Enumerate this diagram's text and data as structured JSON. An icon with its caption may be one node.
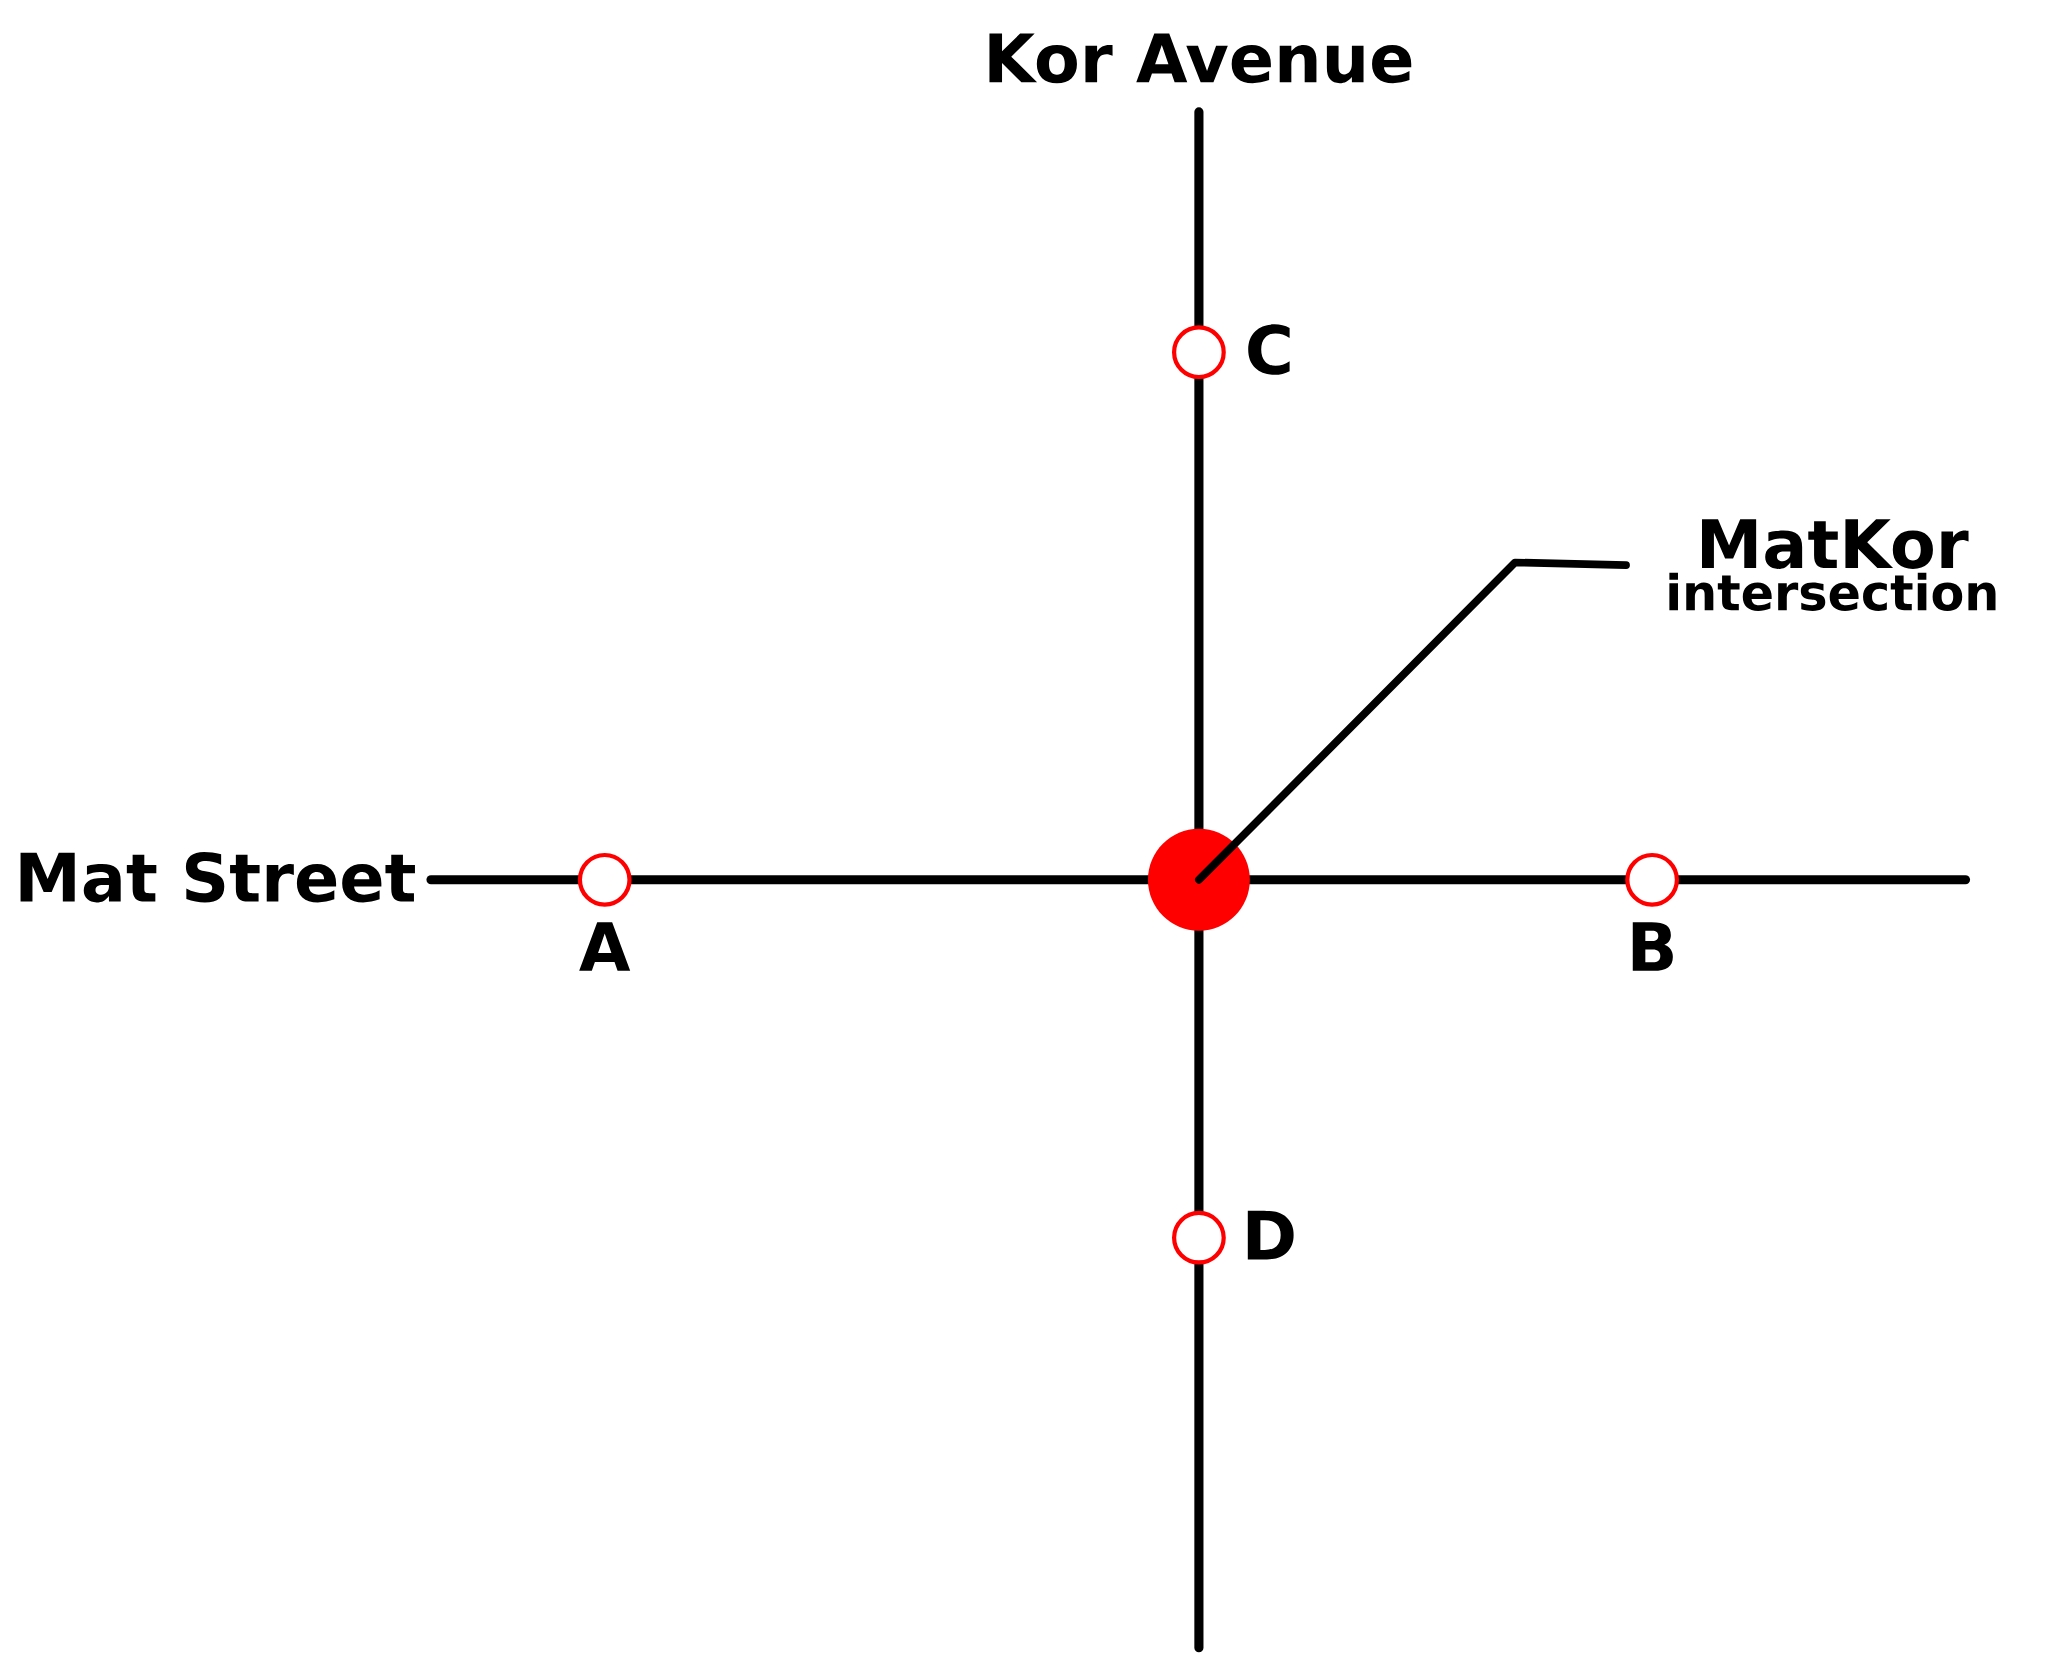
{
  "diagram": {
    "nodes": [
      {
        "text": [],
        "shape": "circle",
        "beside": [
          "C"
        ]
      },
      {
        "text": [
          "MatKor",
          "intersection"
        ]
      },
      {
        "text": [],
        "shape": "circle",
        "beside": [
          "A"
        ]
      },
      {
        "text": [],
        "shape": "circle"
      },
      {
        "text": [],
        "shape": "circle",
        "beside": [
          "B"
        ]
      },
      {
        "text": [],
        "shape": "circle",
        "beside": [
          "D"
        ]
      }
    ],
    "edges": [
      {
        "from": 1,
        "to": 3,
        "arrow": "none"
      }
    ],
    "labels": [
      "Kor Avenue",
      "Mat Street"
    ]
  }
}
